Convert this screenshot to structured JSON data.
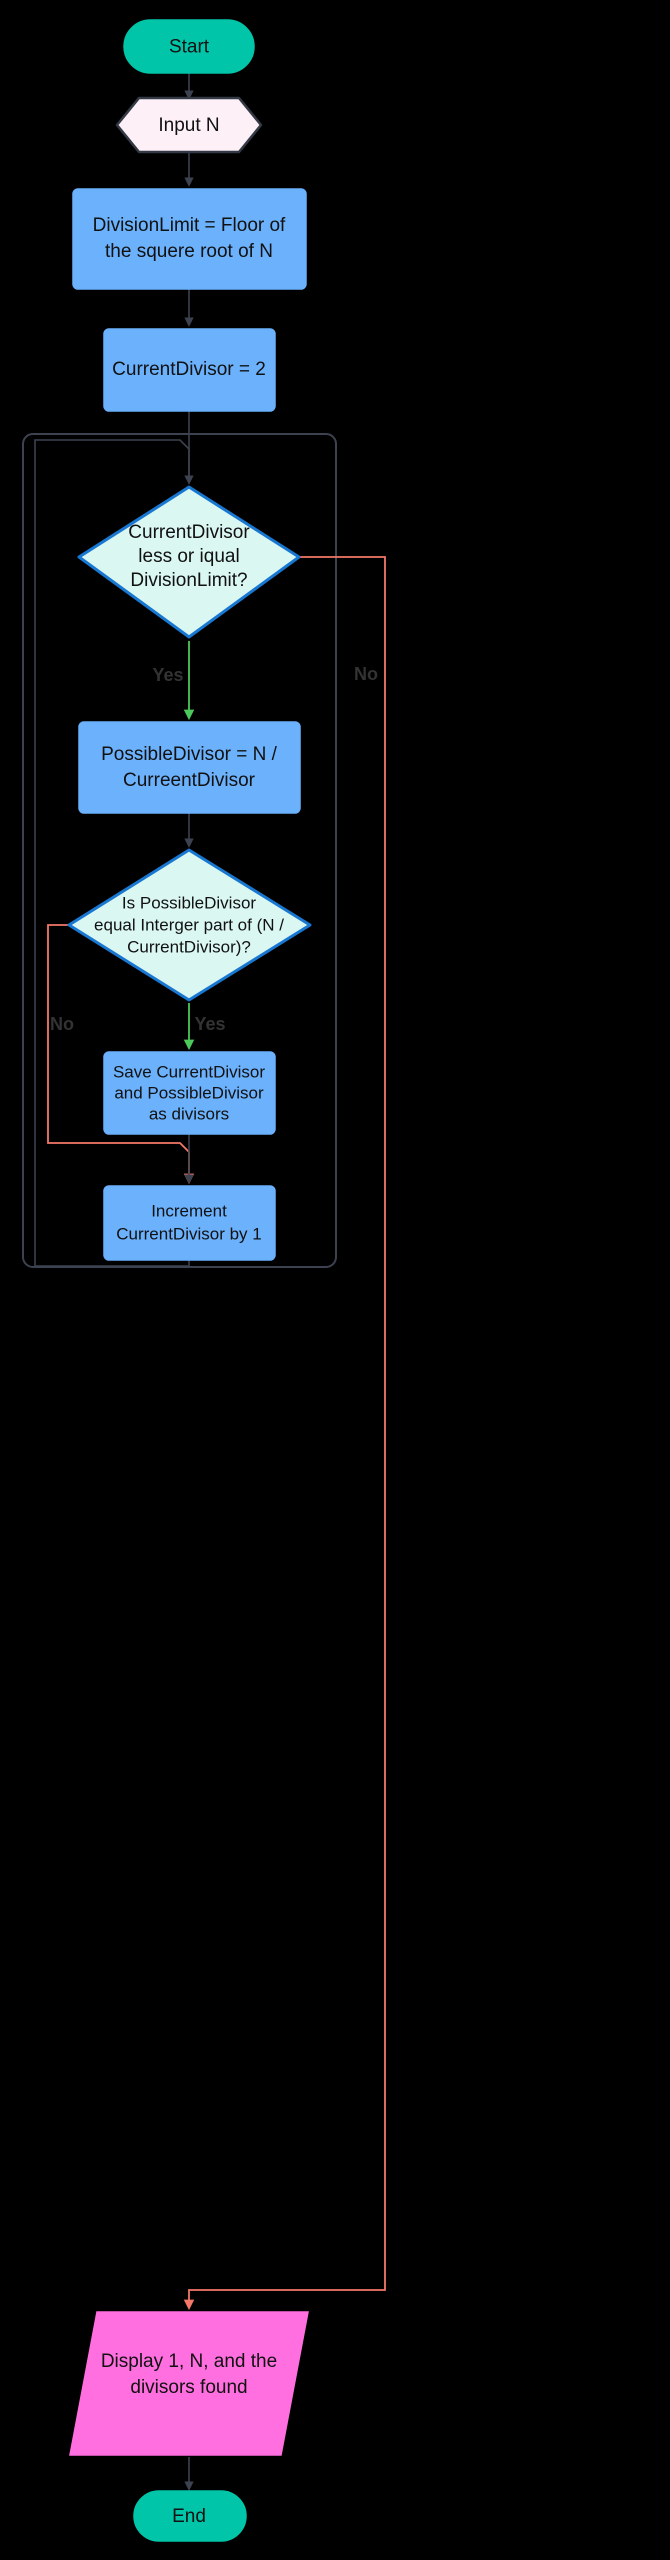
{
  "diagram": {
    "title": "Prime/Divisor Finder Flowchart",
    "type": "flowchart",
    "direction": "top-to-bottom",
    "background": "#000000",
    "colors": {
      "terminator_fill": "#00C5A8",
      "terminator_stroke": "#00C5A8",
      "io_fill": "#FDF0F7",
      "io_stroke": "#333a45",
      "process_fill": "#6BB1FC",
      "process_stroke": "#6BB1FC",
      "decision_fill": "#DAF7F2",
      "decision_stroke": "#1877D1",
      "display_fill": "#FF6FE0",
      "display_stroke": "#FF6FE0",
      "edge_default": "#3c4250",
      "edge_yes": "#4CC95B",
      "edge_no": "#F4776A",
      "label_text": "#333333",
      "subgraph_stroke": "#3c4250"
    },
    "nodes": [
      {
        "id": "start",
        "shape": "stadium",
        "lines": [
          "Start"
        ]
      },
      {
        "id": "input",
        "shape": "hexagon",
        "lines": [
          "Input N"
        ]
      },
      {
        "id": "limit",
        "shape": "rect",
        "lines": [
          "DivisionLimit = Floor of",
          "the squere root of N"
        ]
      },
      {
        "id": "curdiv",
        "shape": "rect",
        "lines": [
          "CurrentDivisor = 2"
        ]
      },
      {
        "id": "cond1",
        "shape": "diamond",
        "lines": [
          "CurrentDivisor",
          "less or iqual",
          "DivisionLimit?"
        ]
      },
      {
        "id": "possible",
        "shape": "rect",
        "lines": [
          "PossibleDivisor = N /",
          "CurreentDivisor"
        ]
      },
      {
        "id": "cond2",
        "shape": "diamond",
        "lines": [
          "Is PossibleDivisor",
          "equal Interger part of (N /",
          "CurrentDivisor)?"
        ]
      },
      {
        "id": "save",
        "shape": "rect",
        "lines": [
          "Save CurrentDivisor",
          "and PossibleDivisor",
          "as divisors"
        ]
      },
      {
        "id": "increment",
        "shape": "rect",
        "lines": [
          "Increment",
          "CurrentDivisor by 1"
        ]
      },
      {
        "id": "display",
        "shape": "parallelogram",
        "lines": [
          "Display 1, N, and the",
          "divisors found"
        ]
      },
      {
        "id": "end",
        "shape": "stadium",
        "lines": [
          "End"
        ]
      }
    ],
    "edges": [
      {
        "from": "start",
        "to": "input",
        "label": "",
        "color": "#3c4250"
      },
      {
        "from": "input",
        "to": "limit",
        "label": "",
        "color": "#3c4250"
      },
      {
        "from": "limit",
        "to": "curdiv",
        "label": "",
        "color": "#3c4250"
      },
      {
        "from": "curdiv",
        "to": "cond1",
        "label": "",
        "color": "#3c4250"
      },
      {
        "from": "cond1",
        "to": "possible",
        "label": "Yes",
        "color": "#4CC95B"
      },
      {
        "from": "cond1",
        "to": "display",
        "label": "No",
        "color": "#F4776A"
      },
      {
        "from": "possible",
        "to": "cond2",
        "label": "",
        "color": "#3c4250"
      },
      {
        "from": "cond2",
        "to": "save",
        "label": "Yes",
        "color": "#4CC95B"
      },
      {
        "from": "cond2",
        "to": "increment",
        "label": "No",
        "color": "#F4776A"
      },
      {
        "from": "save",
        "to": "increment",
        "label": "",
        "color": "#3c4250"
      },
      {
        "from": "increment",
        "to": "cond1",
        "label": "",
        "color": "#3c4250"
      },
      {
        "from": "display",
        "to": "end",
        "label": "",
        "color": "#3c4250"
      }
    ],
    "edge_labels": {
      "cond1_yes": "Yes",
      "cond1_no": "No",
      "cond2_yes": "Yes",
      "cond2_no": "No"
    },
    "text": {
      "start": "Start",
      "input": "Input N",
      "limit_l1": "DivisionLimit = Floor of",
      "limit_l2": "the squere root of N",
      "curdiv": "CurrentDivisor = 2",
      "cond1_l1": "CurrentDivisor",
      "cond1_l2": "less or iqual",
      "cond1_l3": "DivisionLimit?",
      "possible_l1": "PossibleDivisor = N /",
      "possible_l2": "CurreentDivisor",
      "cond2_l1": "Is PossibleDivisor",
      "cond2_l2": "equal Interger part of (N /",
      "cond2_l3": "CurrentDivisor)?",
      "save_l1": "Save CurrentDivisor",
      "save_l2": "and PossibleDivisor",
      "save_l3": "as divisors",
      "increment_l1": "Increment",
      "increment_l2": "CurrentDivisor by 1",
      "display_l1": "Display 1, N, and the",
      "display_l2": "divisors found",
      "end": "End"
    }
  }
}
